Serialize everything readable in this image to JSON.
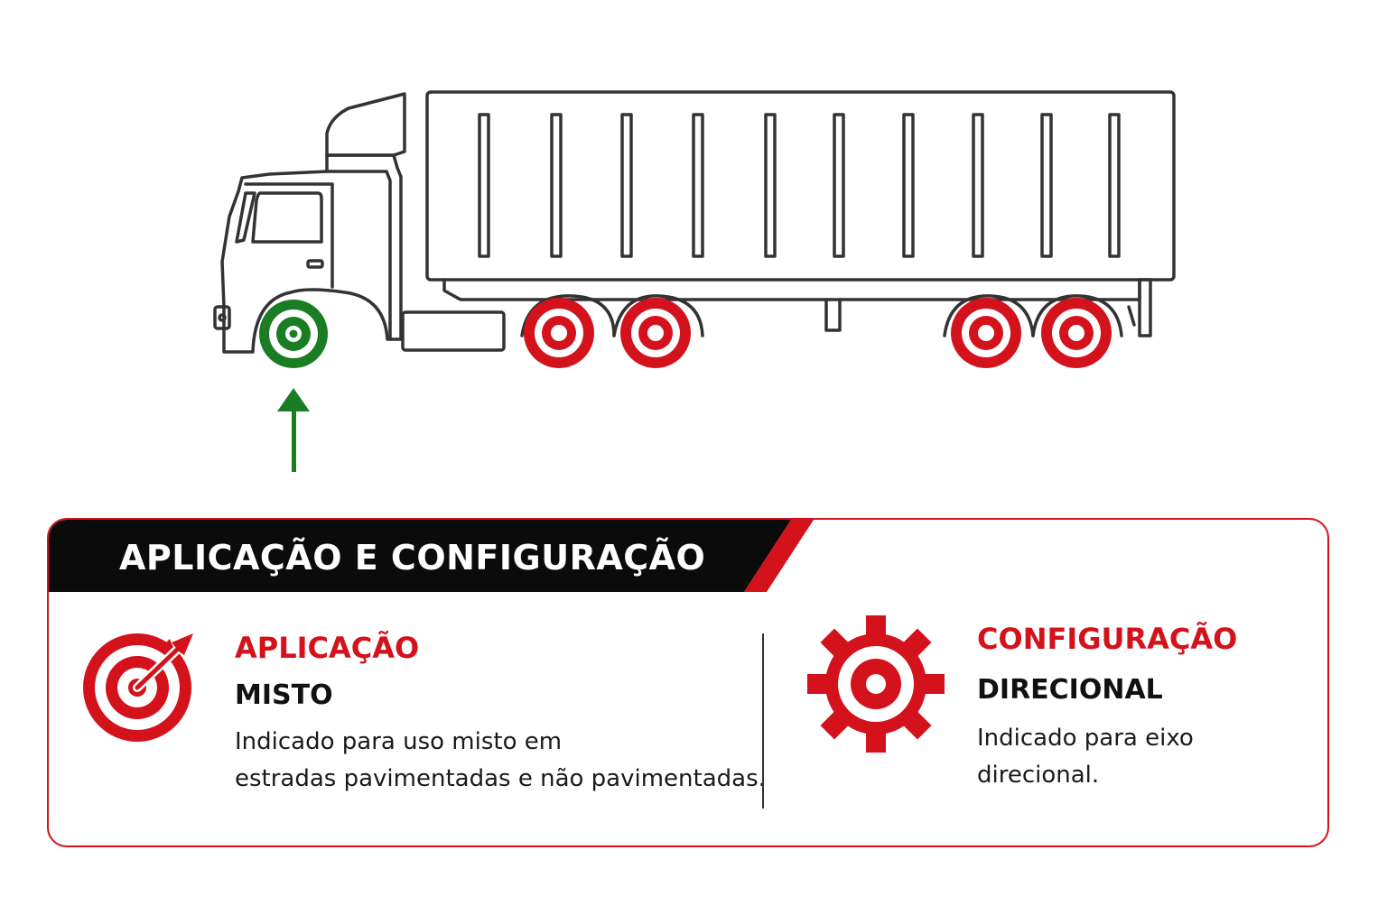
{
  "colors": {
    "accent_red": "#d3121b",
    "highlight_green": "#1a7d24",
    "header_black": "#0b0b0b",
    "outline": "#333333"
  },
  "diagram": {
    "highlighted_wheel": "front-steer-axle",
    "pointer": "green-up-arrow"
  },
  "panel": {
    "title": "APLICAÇÃO E CONFIGURAÇÃO",
    "application": {
      "icon": "target-icon",
      "heading": "APLICAÇÃO",
      "value": "MISTO",
      "description_line1": "Indicado para uso misto em",
      "description_line2": "estradas pavimentadas e não pavimentadas."
    },
    "configuration": {
      "icon": "gear-icon",
      "heading": "CONFIGURAÇÃO",
      "value": "DIRECIONAL",
      "description_line1": "Indicado para eixo",
      "description_line2": "direcional."
    }
  }
}
